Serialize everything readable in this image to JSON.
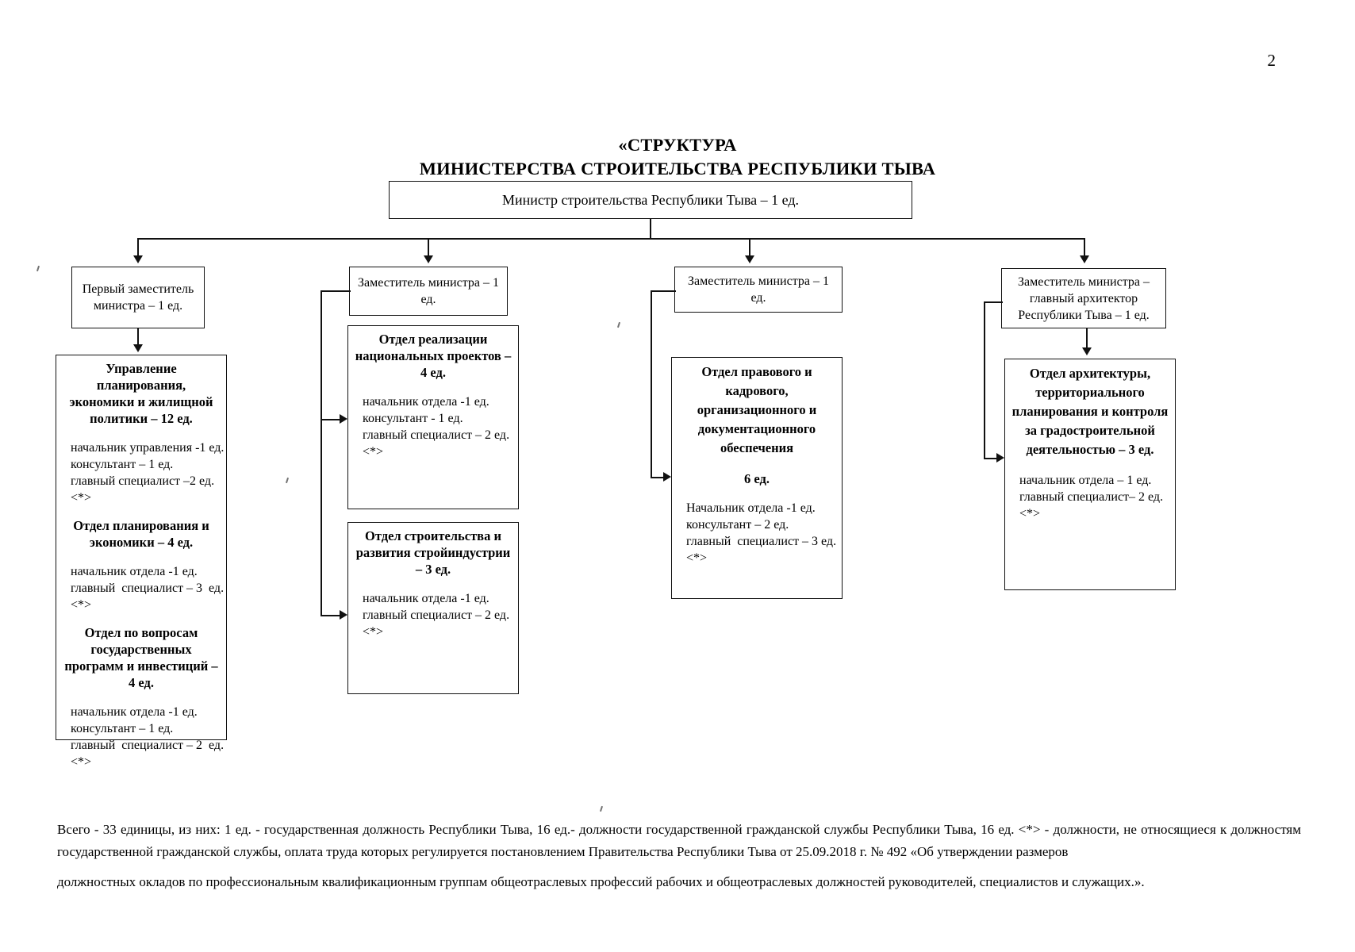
{
  "page": {
    "number": "2"
  },
  "title": {
    "line1": "«СТРУКТУРА",
    "line2": "МИНИСТЕРСТВА СТРОИТЕЛЬСТВА РЕСПУБЛИКИ ТЫВА"
  },
  "chart_data": {
    "type": "diagram",
    "title": "«СТРУКТУРА МИНИСТЕРСТВА СТРОИТЕЛЬСТВА РЕСПУБЛИКИ ТЫВА",
    "root": "Министр строительства Республики Тыва – 1 ед.",
    "total_units": 33,
    "branches": 4
  },
  "minister": {
    "label": "Министр строительства Республики Тыва – 1 ед."
  },
  "deputies": [
    {
      "label": "Первый заместитель министра – 1 ед."
    },
    {
      "label": "Заместитель министра – 1 ед."
    },
    {
      "label": "Заместитель министра – 1 ед."
    },
    {
      "label": "Заместитель министра – главный архитектор Республики Тыва – 1 ед."
    }
  ],
  "col1": {
    "title": "Управление планирования, экономики и жилищной политики – 12 ед.",
    "list1": [
      "начальник управления -1 ед.",
      "консультант – 1 ед.",
      "главный специалист –2 ед.",
      "<*>"
    ],
    "sub1": "Отдел планирования и экономики – 4 ед.",
    "list2": [
      "начальник отдела -1 ед.",
      "главный  специалист – 3  ед.",
      "<*>"
    ],
    "sub2": "Отдел по вопросам государственных программ и инвестиций – 4 ед.",
    "list3": [
      "начальник отдела -1 ед.",
      "консультант – 1 ед.",
      "главный  специалист – 2  ед.",
      "<*>"
    ]
  },
  "col2a": {
    "title": "Отдел реализации национальных проектов – 4 ед.",
    "list": [
      "начальник отдела -1 ед.",
      "консультант - 1 ед.",
      "главный специалист – 2 ед.",
      "<*>"
    ]
  },
  "col2b": {
    "title": "Отдел строительства и развития стройиндустрии – 3 ед.",
    "list": [
      "начальник отдела -1 ед.",
      "главный специалист – 2 ед.",
      "<*>"
    ]
  },
  "col3": {
    "title": "Отдел правового и кадрового, организационного и документационного обеспечения",
    "count": "6 ед.",
    "list": [
      "Начальник отдела -1 ед.",
      "консультант – 2 ед.",
      "главный  специалист – 3 ед.",
      "<*>"
    ]
  },
  "col4": {
    "title": "Отдел архитектуры, территориального планирования и контроля за градостроительной деятельностью – 3 ед.",
    "list": [
      "начальник отдела – 1 ед.",
      "главный специалист– 2 ед.",
      "<*>"
    ]
  },
  "footnote": {
    "paragraph1": "Всего - 33 единицы, из них: 1 ед. - государственная должность Республики Тыва, 16 ед.- должности государственной гражданской службы Республики Тыва, 16 ед. <*> - должности, не относящиеся к должностям государственной гражданской службы, оплата труда которых регулируется постановлением Правительства Республики Тыва от 25.09.2018 г. № 492 «Об утверждении размеров",
    "paragraph2": "должностных окладов по профессиональным квалификационным группам общеотраслевых профессий рабочих и общеотраслевых должностей руководителей, специалистов и служащих.»."
  }
}
